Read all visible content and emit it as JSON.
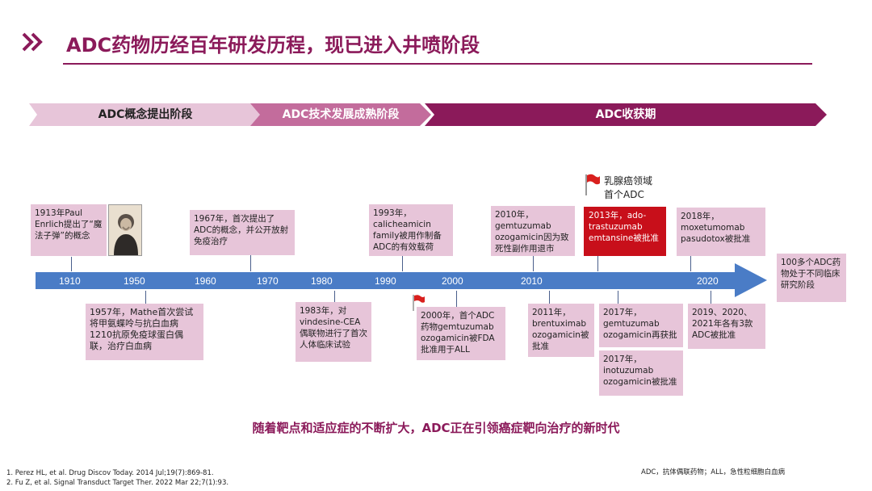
{
  "title": "ADC药物历经百年研发历程，现已进入井喷阶段",
  "phases": [
    {
      "label": "ADC概念提出阶段"
    },
    {
      "label": "ADC技术发展成熟阶段"
    },
    {
      "label": "ADC收获期"
    }
  ],
  "years": [
    "1910",
    "1950",
    "1960",
    "1970",
    "1980",
    "1990",
    "2000",
    "2010",
    "2020"
  ],
  "events_top": [
    {
      "text": "1913年Paul Enrlich提出了“魔法子弹”的概念"
    },
    {
      "text": "1967年，首次提出了ADC的概念，并公开放射免疫治疗"
    },
    {
      "text": "1993年，calicheamicin family被用作制备ADC的有效载荷"
    },
    {
      "text": "2010年，gemtuzumab ozogamicin因为致死性副作用退市"
    },
    {
      "text": "2013年，ado-trastuzumab emtansine被批准"
    },
    {
      "text": "2018年，moxetumomab pasudotox被批准"
    }
  ],
  "events_bottom": [
    {
      "text": "1957年，Mathe首次尝试将甲氨蝶呤与抗白血病1210抗原免疫球蛋白偶联，治疗白血病"
    },
    {
      "text": "1983年，对vindesine-CEA偶联物进行了首次人体临床试验"
    },
    {
      "text": "2000年，首个ADC药物gemtuzumab ozogamicin被FDA批准用于ALL"
    },
    {
      "text": "2011年，brentuximab ozogamicin被批准"
    },
    {
      "text": "2017年，gemtuzumab ozogamicin再获批"
    },
    {
      "text": "2017年，inotuzumab ozogamicin被批准"
    },
    {
      "text": "2019、2020、2021年各有3款ADC被批准"
    }
  ],
  "end_box": {
    "text": "100多个ADC药物处于不同临床研究阶段"
  },
  "flag_note": {
    "line1": "乳腺癌领域",
    "line2": "首个ADC"
  },
  "bottom_statement": "随着靶点和适应症的不断扩大，ADC正在引领癌症靶向治疗的新时代",
  "references": [
    "1.    Perez HL, et al. Drug Discov Today. 2014 Jul;19(7):869-81.",
    "2.    Fu Z, et al. Signal Transduct Target Ther. 2022 Mar 22;7(1):93."
  ],
  "abbreviations": "ADC，抗体偶联药物；ALL，急性粒细胞白血病",
  "colors": {
    "brand": "#8b1a5a",
    "phase1": "#e7c5d9",
    "phase2": "#c36c9c",
    "phase3": "#8b1a5a",
    "arrow": "#4a7cc6",
    "event_box": "#e7c5d9",
    "highlight": "#c80f1a"
  }
}
